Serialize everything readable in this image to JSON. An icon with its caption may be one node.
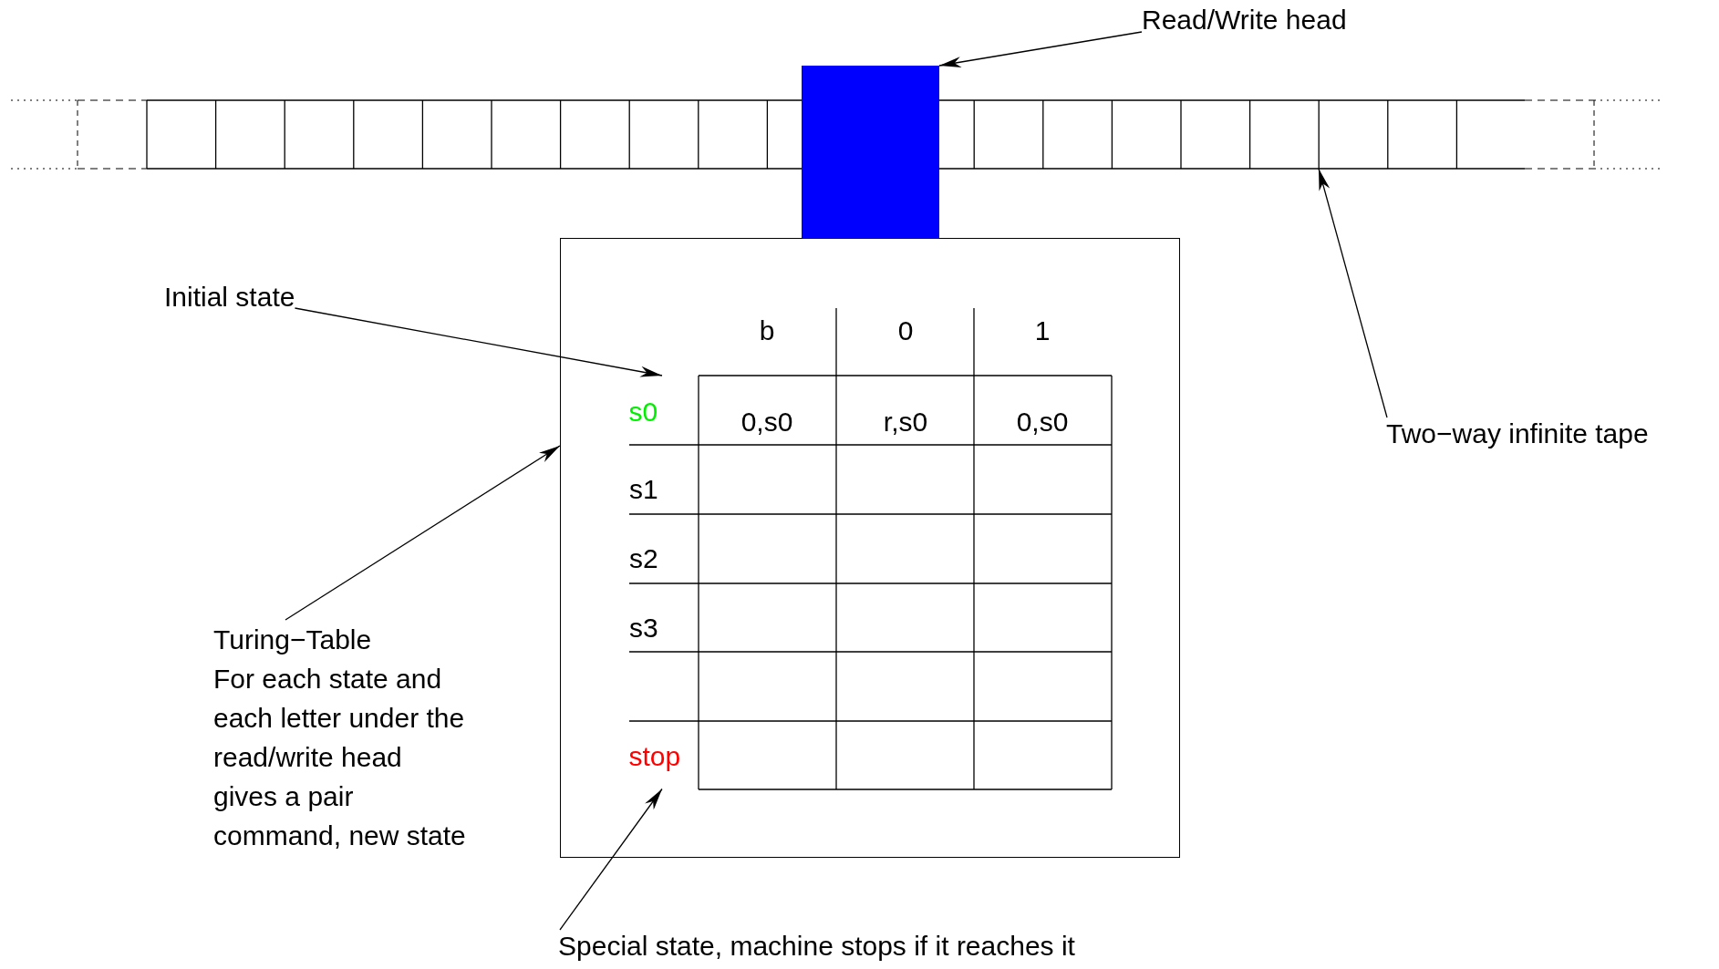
{
  "diagram": {
    "nodes": [
      {
        "text": [
          "Read/Write head"
        ]
      },
      {
        "text": [],
        "shape": "box"
      },
      {
        "text": [
          "Two−way infinite tape"
        ]
      },
      {
        "text": [],
        "shape": "bar"
      },
      {
        "text": [
          "Initial state"
        ]
      },
      {
        "text": [
          "Turing−Table",
          "For each state and each letter under the read/write head gives a pair command, new state"
        ]
      },
      {
        "text": [],
        "shape": "box"
      },
      {
        "text": [
          "s0"
        ],
        "in": 6
      },
      {
        "text": [
          "stop"
        ],
        "in": 6
      },
      {
        "text": [
          "Special state, machine stops if it reaches it"
        ]
      }
    ],
    "edges": [
      {
        "from": 0,
        "to": 1,
        "arrow": "to"
      },
      {
        "from": 2,
        "to": 3,
        "arrow": "to"
      },
      {
        "from": 4,
        "to": 7,
        "arrow": "to"
      },
      {
        "from": 5,
        "to": 6,
        "arrow": "to"
      },
      {
        "from": 9,
        "to": 8,
        "arrow": "to"
      }
    ],
    "labels": [
      "b",
      "0",
      "1",
      "0,s0",
      "r,s0",
      "0,s0",
      "s1",
      "s2",
      "s3"
    ]
  }
}
